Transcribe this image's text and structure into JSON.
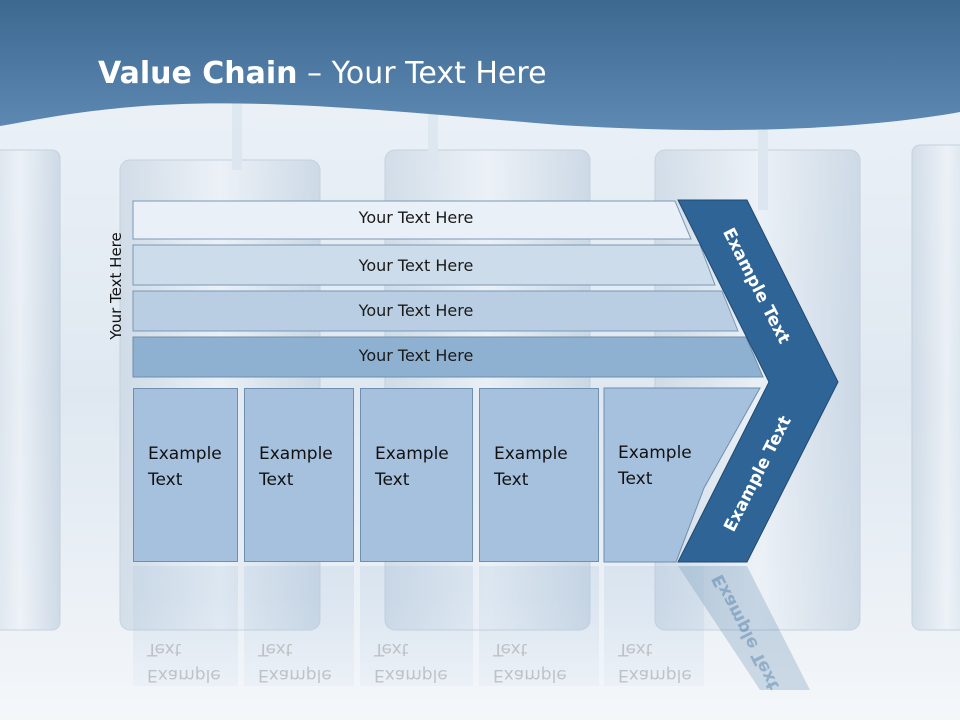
{
  "title": {
    "bold": "Value Chain",
    "rest": " – Your Text Here"
  },
  "side_label": "Your Text Here",
  "bars": [
    {
      "label": "Your Text Here"
    },
    {
      "label": "Your Text Here"
    },
    {
      "label": "Your Text Here"
    },
    {
      "label": "Your Text Here"
    }
  ],
  "boxes": [
    {
      "label": "Example\nText"
    },
    {
      "label": "Example\nText"
    },
    {
      "label": "Example\nText"
    },
    {
      "label": "Example\nText"
    },
    {
      "label": "Example\nText"
    }
  ],
  "chevron": {
    "upper": "Example Text",
    "lower": "Example Text"
  },
  "colors": {
    "header": "#2f5f8c",
    "chevron": "#2e6496",
    "box": "#a6c1dd"
  }
}
